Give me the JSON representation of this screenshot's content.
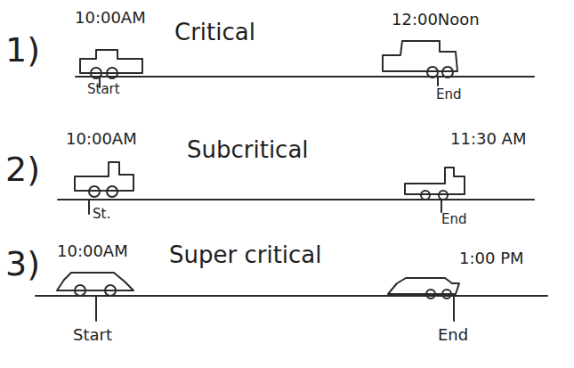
{
  "diagram": {
    "labels": [
      "1)",
      "10:00AM",
      "Critical",
      "12:00Noon",
      "Start",
      "End",
      "2)",
      "10:00AM",
      "Subcritical",
      "11:30 AM",
      "St.",
      "End",
      "3)",
      "10:00AM",
      "Super critical",
      "1:00 PM",
      "Start",
      "End"
    ]
  }
}
